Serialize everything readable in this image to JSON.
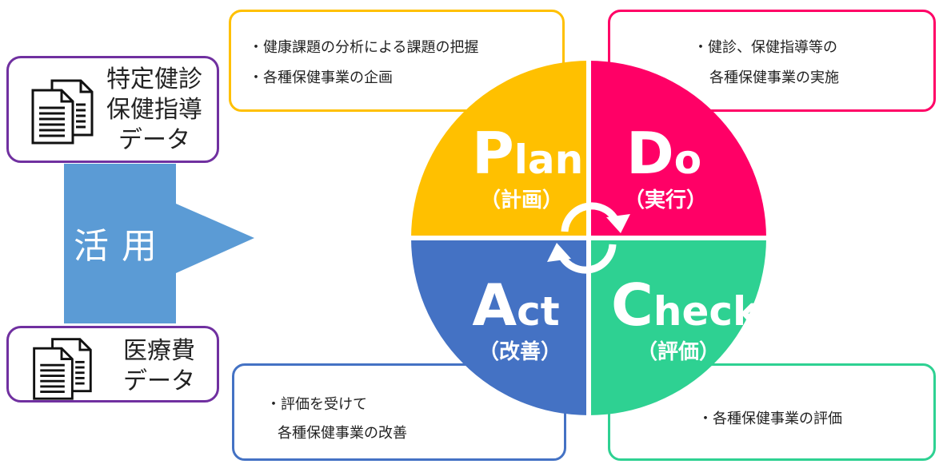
{
  "left_panel": {
    "box_top_lines": [
      "特定健診",
      "保健指導",
      "データ"
    ],
    "box_bottom_lines": [
      "医療費",
      "データ"
    ],
    "arrow_label": "活用"
  },
  "callouts": {
    "plan": [
      "・健康課題の分析による課題の把握",
      "・各種保健事業の企画"
    ],
    "do": [
      "・健診、保健指導等の",
      "各種保健事業の実施"
    ],
    "act": [
      "・評価を受けて",
      "各種保健事業の改善"
    ],
    "check": [
      "・各種保健事業の評価"
    ]
  },
  "cycle": {
    "plan": {
      "initial": "P",
      "rest": "lan",
      "label": "（計画）"
    },
    "do": {
      "initial": "D",
      "rest": "o",
      "label": "（実行）"
    },
    "act": {
      "initial": "A",
      "rest": "ct",
      "label": "（改善）"
    },
    "check": {
      "initial": "C",
      "rest": "heck",
      "label": "（評価）"
    }
  },
  "colors": {
    "plan": "#ffc000",
    "do": "#ff0066",
    "act": "#4472c4",
    "check": "#2ed192",
    "arrow": "#5b9bd5",
    "data_box_border": "#7030a0"
  },
  "icons": [
    "document-icon",
    "cycle-arrow-icon"
  ]
}
